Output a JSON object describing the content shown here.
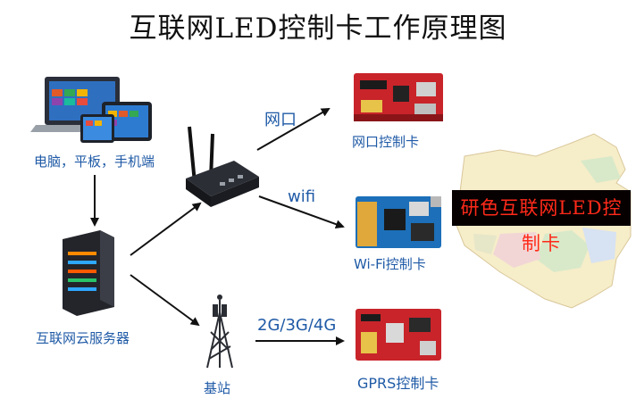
{
  "title": "互联网LED控制卡工作原理图",
  "nodes": {
    "devices": "电脑，平板，手机端",
    "cloud": "互联网云服务器",
    "base_station": "基站",
    "card_net": "网口控制卡",
    "card_wifi": "Wi-Fi控制卡",
    "card_gprs": "GPRS控制卡"
  },
  "edges": {
    "net": "网口",
    "wifi": "wifi",
    "mobile": "2G/3G/4G"
  },
  "led_display": "研色互联网LED控制卡",
  "colors": {
    "label_blue": "#1f5aa6",
    "led_red": "#ff2a1a",
    "board_red": "#c8242a",
    "board_blue": "#1c6fb8"
  }
}
